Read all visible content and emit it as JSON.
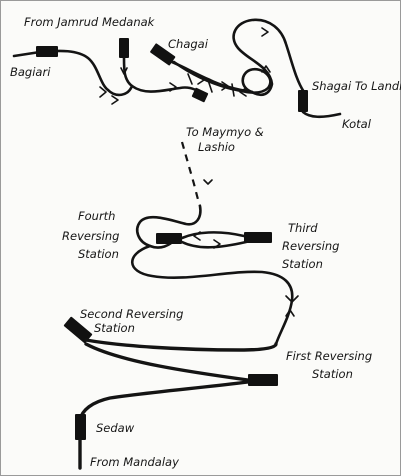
{
  "labels": {
    "from_jamrud": "From Jamrud",
    "bagiari": "Bagiari",
    "medanak": "Medanak",
    "chagai": "Chagai",
    "shagai_to_landi": "Shagai To Landi",
    "kotal": "Kotal",
    "to_maymyo": "To Maymyo &",
    "lashio": "Lashio",
    "fourth_reversing_1": "Fourth",
    "fourth_reversing_2": "Reversing",
    "fourth_reversing_3": "Station",
    "third_reversing_1": "Third",
    "third_reversing_2": "Reversing",
    "third_reversing_3": "Station",
    "second_reversing_1": "Second Reversing",
    "second_reversing_2": "Station",
    "first_reversing_1": "First Reversing",
    "first_reversing_2": "Station",
    "sedaw": "Sedaw",
    "from_mandalay": "From Mandalay"
  }
}
